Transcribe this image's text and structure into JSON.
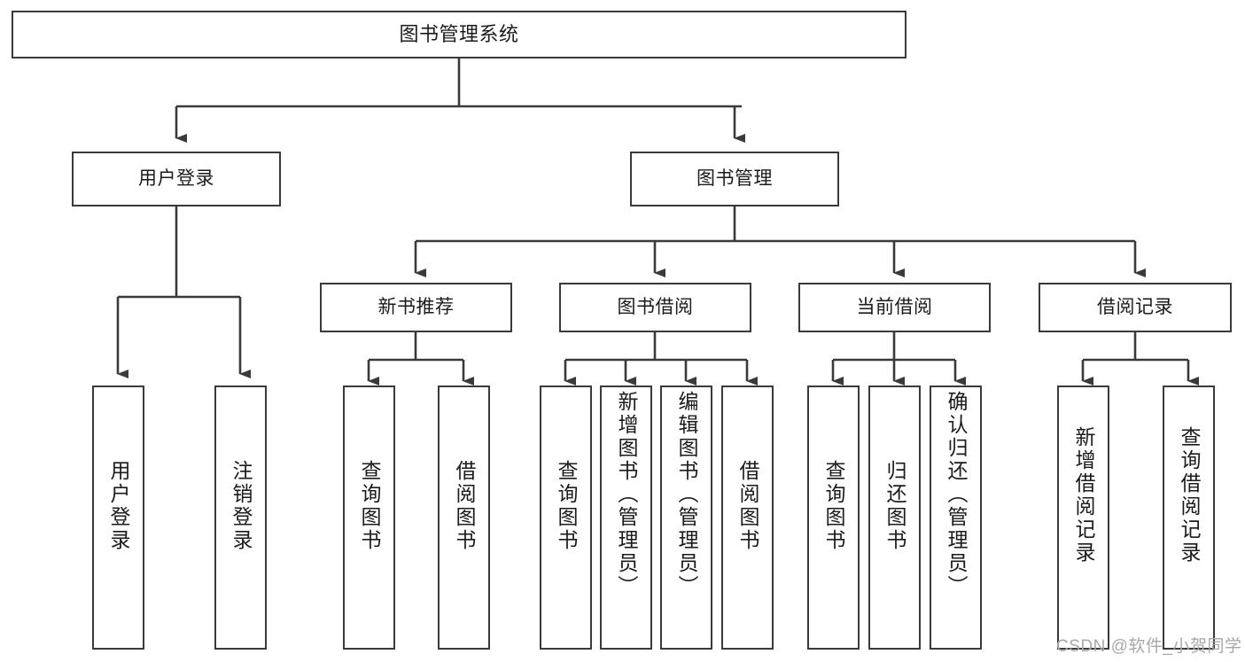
{
  "diagram": {
    "title": "图书管理系统",
    "type": "tree-hierarchy",
    "level1": {
      "label": "图书管理系统"
    },
    "level2": [
      {
        "label": "用户登录"
      },
      {
        "label": "图书管理"
      }
    ],
    "level3": [
      {
        "label": "新书推荐"
      },
      {
        "label": "图书借阅"
      },
      {
        "label": "当前借阅"
      },
      {
        "label": "借阅记录"
      }
    ],
    "leaves": {
      "user_login": [
        {
          "label": "用户登录"
        },
        {
          "label": "注销登录"
        }
      ],
      "new_book_recommend": [
        {
          "label": "查询图书"
        },
        {
          "label": "借阅图书"
        }
      ],
      "book_borrow": [
        {
          "label": "查询图书"
        },
        {
          "label": "新增图书（管理员）"
        },
        {
          "label": "编辑图书（管理员）"
        },
        {
          "label": "借阅图书"
        }
      ],
      "current_borrow": [
        {
          "label": "查询图书"
        },
        {
          "label": "归还图书"
        },
        {
          "label": "确认归还（管理员）"
        }
      ],
      "borrow_record": [
        {
          "label": "新增借阅记录"
        },
        {
          "label": "查询借阅记录"
        }
      ]
    }
  },
  "watermark": {
    "text": "CSDN @软件_小贺同学"
  },
  "colors": {
    "stroke": "#3a3a3a",
    "background": "#ffffff",
    "text": "#1b1b1b",
    "watermark": "#a8a8a8"
  }
}
